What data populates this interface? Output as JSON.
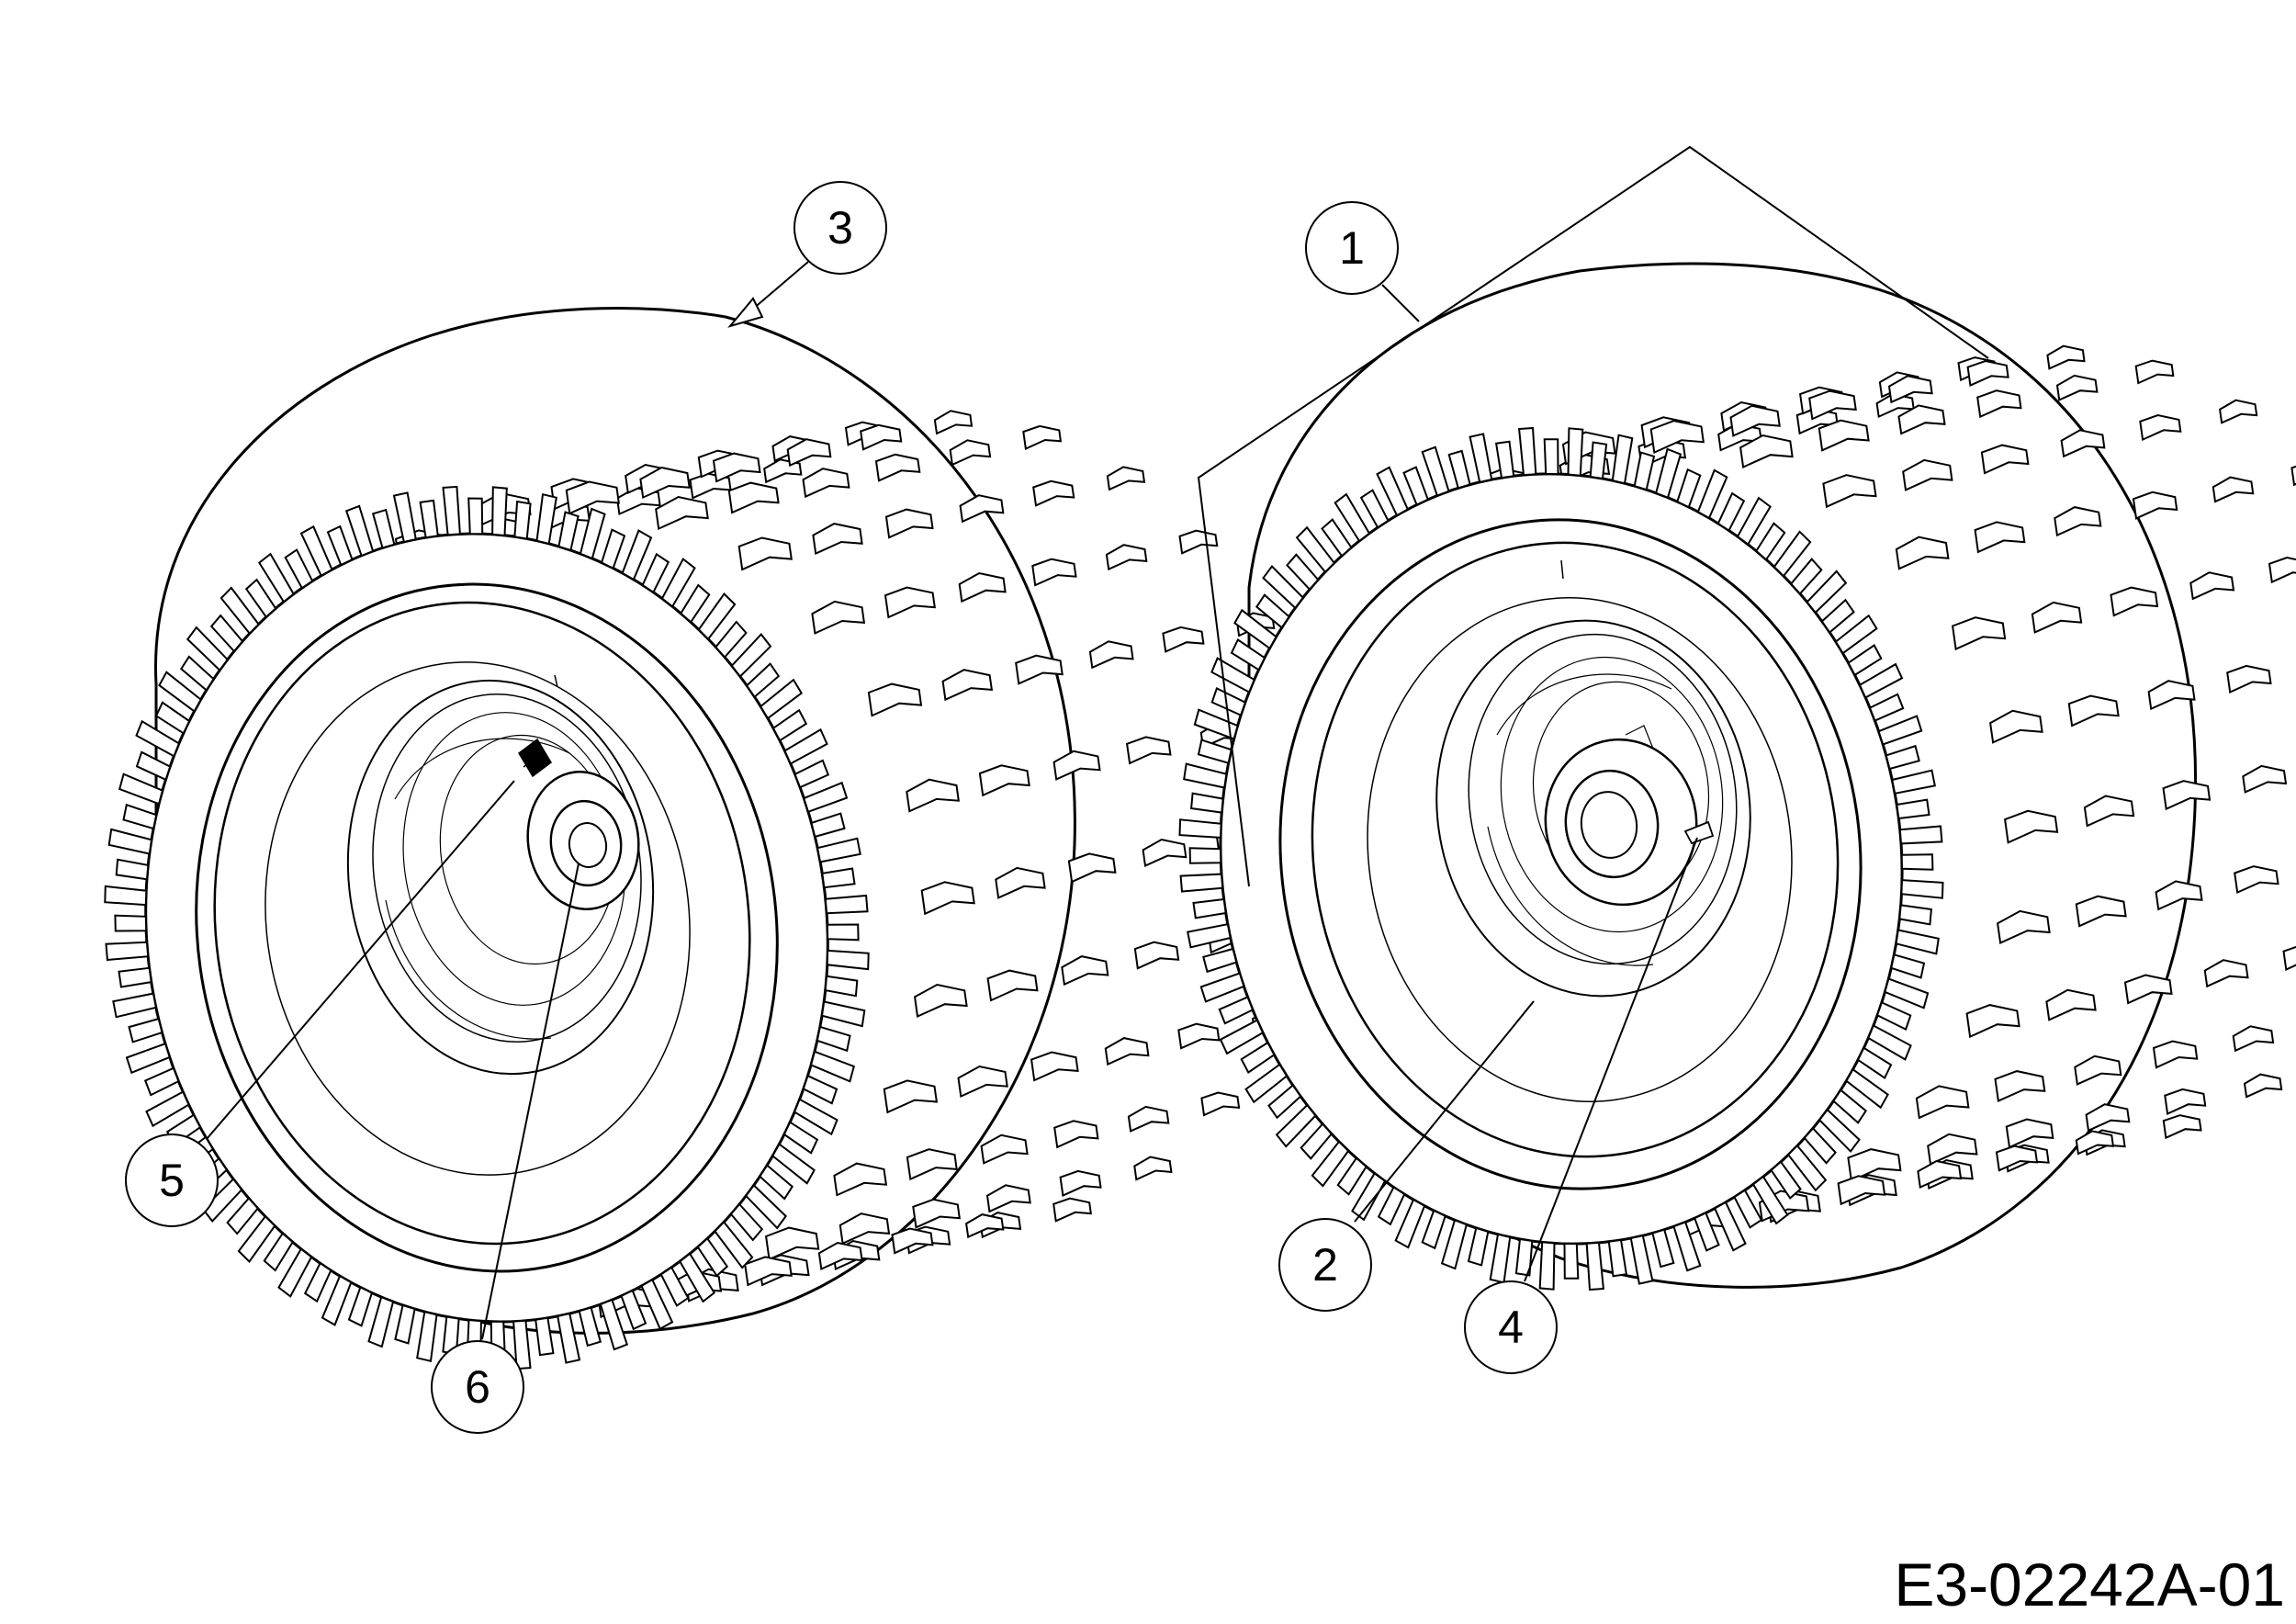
{
  "drawing_code": "E3-02242A-01",
  "line_color": "#000000",
  "background": "#ffffff",
  "wheels": [
    {
      "name": "left-wheel",
      "hub_type": "bushing-with-key"
    },
    {
      "name": "right-wheel",
      "hub_type": "bushing-with-key"
    }
  ],
  "callouts": [
    {
      "id": "c1",
      "label": "1"
    },
    {
      "id": "c2",
      "label": "2"
    },
    {
      "id": "c3",
      "label": "3"
    },
    {
      "id": "c4",
      "label": "4"
    },
    {
      "id": "c5",
      "label": "5"
    },
    {
      "id": "c6",
      "label": "6"
    }
  ]
}
